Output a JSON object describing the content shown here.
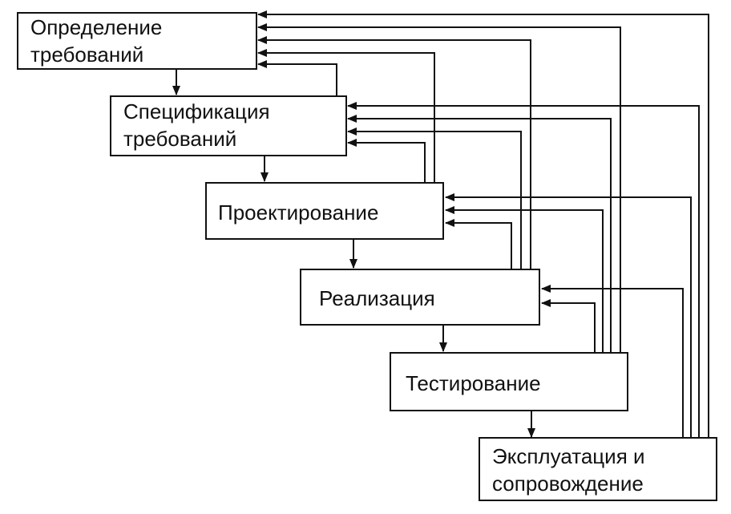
{
  "colors": {
    "stroke": "#111111",
    "fill": "#ffffff",
    "text": "#111111"
  },
  "stages": [
    {
      "id": "def",
      "lines": [
        "Определение",
        "требований"
      ]
    },
    {
      "id": "spec",
      "lines": [
        "Спецификация",
        "требований"
      ]
    },
    {
      "id": "des",
      "lines": [
        "Проектирование"
      ]
    },
    {
      "id": "impl",
      "lines": [
        "Реализация"
      ]
    },
    {
      "id": "test",
      "lines": [
        "Тестирование"
      ]
    },
    {
      "id": "ops",
      "lines": [
        "Эксплуатация и",
        "сопровождение"
      ]
    }
  ]
}
